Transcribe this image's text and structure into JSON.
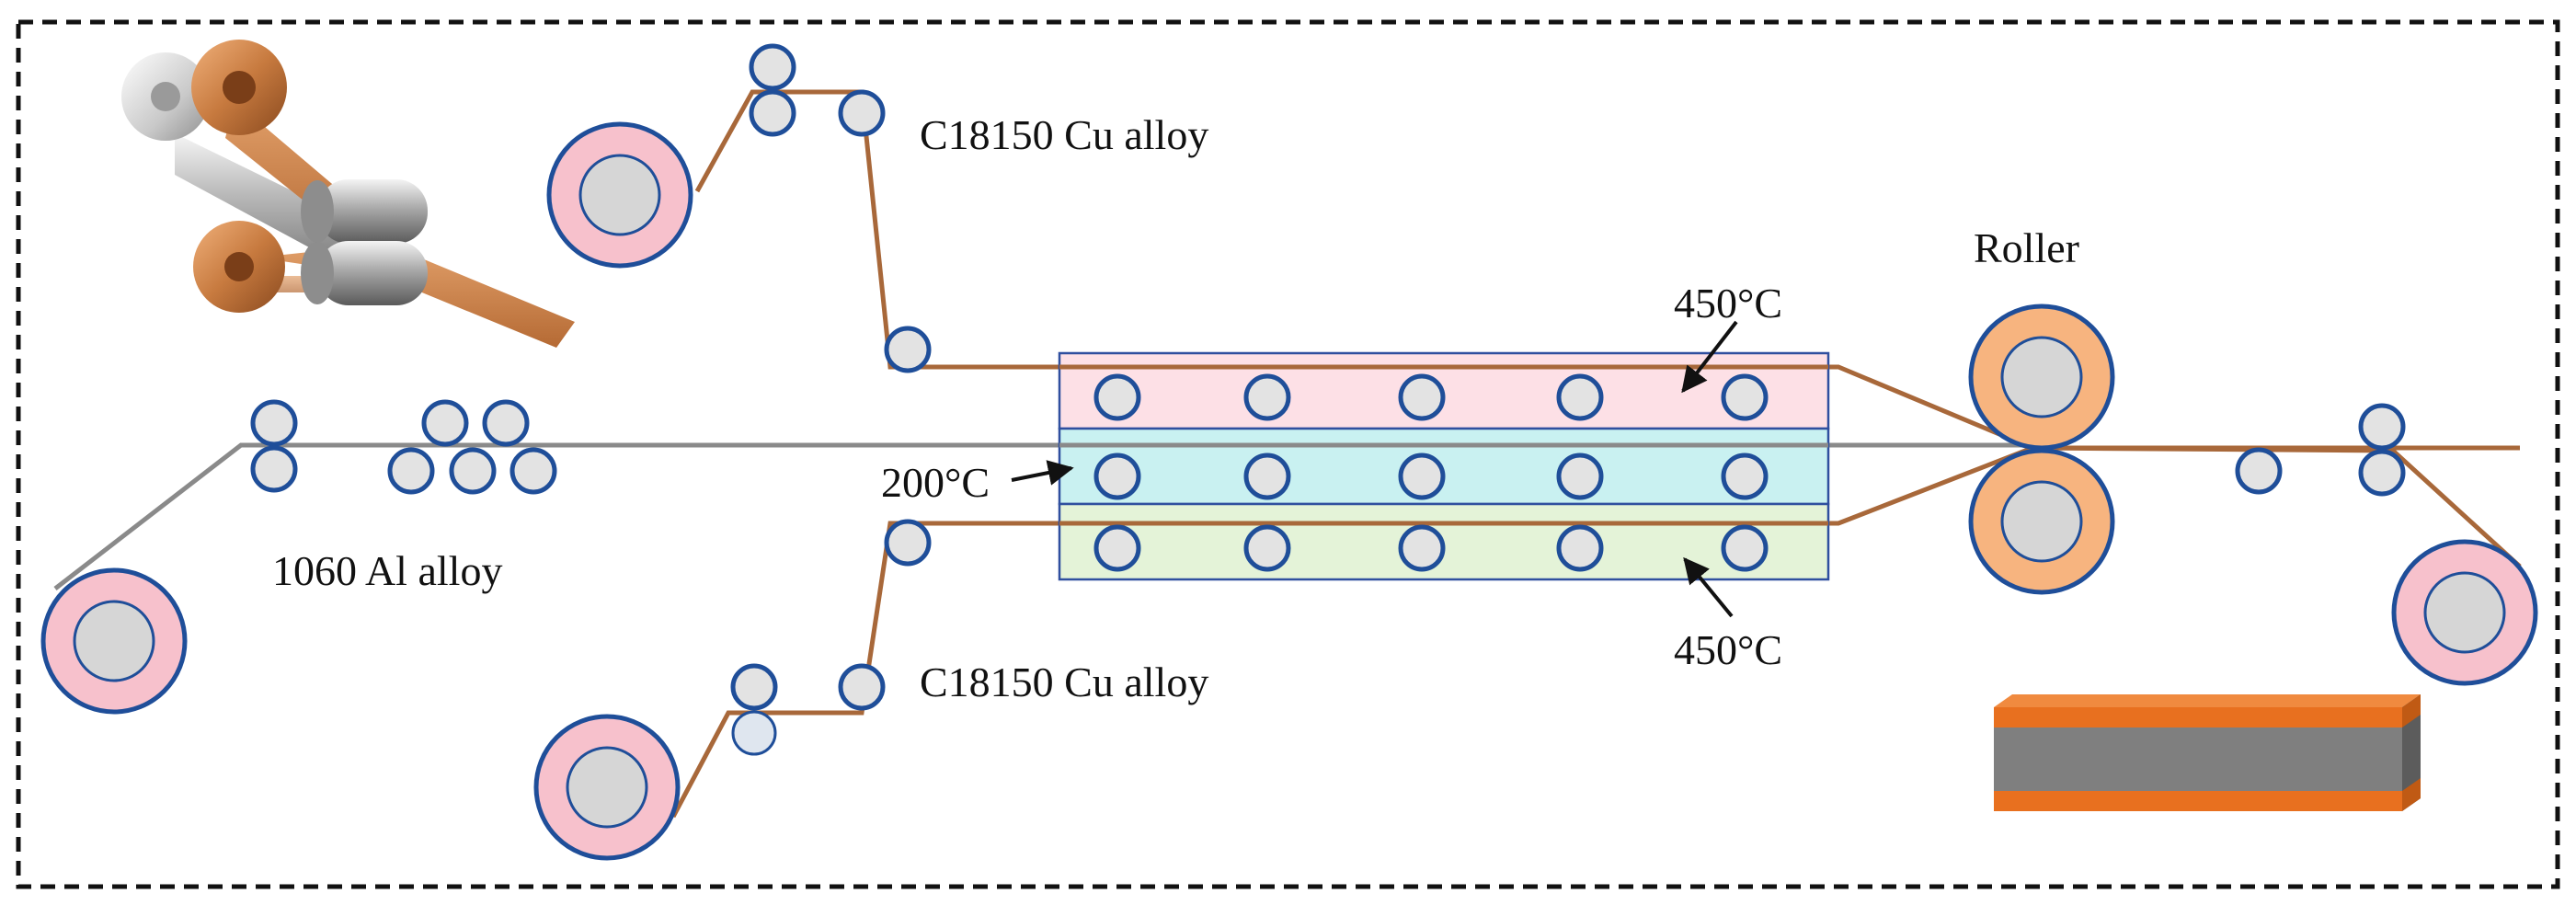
{
  "labels": {
    "cu_top": "C18150 Cu alloy",
    "cu_bottom": "C18150 Cu alloy",
    "al": "1060 Al alloy",
    "roller": "Roller",
    "temp_top": "450°C",
    "temp_middle": "200°C",
    "temp_bottom": "450°C"
  },
  "colors": {
    "frame": "#111111",
    "roll_outer": "#f7c1cc",
    "roll_core": "#d6d6d6",
    "ring_edge": "#1f4e99",
    "small_roller_fill": "#e3e3e3",
    "big_roller_fill": "#f7b47f",
    "cu_strip": "#a8683a",
    "al_strip": "#8a8a8a",
    "zone_top": "#fde0e6",
    "zone_middle": "#c9f1f1",
    "zone_bottom": "#e4f3d8",
    "zone_border": "#2f4f9f",
    "clad_cu": "#e8701f",
    "clad_al": "#7f7f7f"
  },
  "icons": [
    "rolling-mill-illustration",
    "clad-sheet-cross-section-icon"
  ]
}
